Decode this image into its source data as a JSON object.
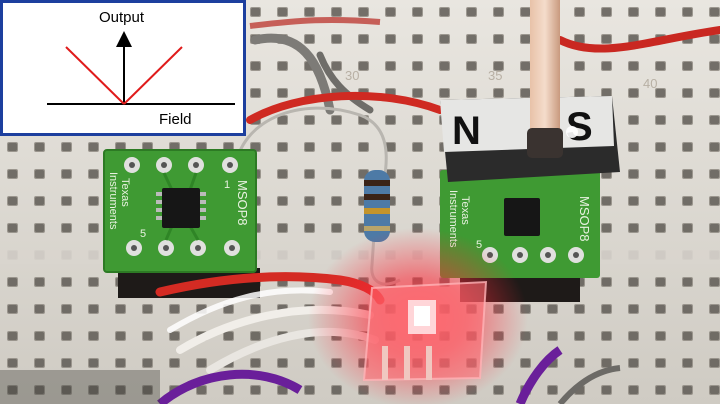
{
  "inset": {
    "y_label": "Output",
    "x_label": "Field",
    "line_color": "#e01b1b"
  },
  "breadboard": {
    "numbers": [
      "30",
      "35",
      "40"
    ]
  },
  "magnet": {
    "north_label": "N",
    "south_label": "S"
  },
  "left_board": {
    "package": "MSOP8",
    "maker_line1": "Texas",
    "maker_line2": "Instruments",
    "pin1": "1",
    "pin5": "5"
  },
  "right_board": {
    "package": "MSOP8",
    "maker_line1": "Texas",
    "maker_line2": "Instruments",
    "pin5": "5"
  },
  "led": {
    "glow_color": "#ff2a3a"
  }
}
